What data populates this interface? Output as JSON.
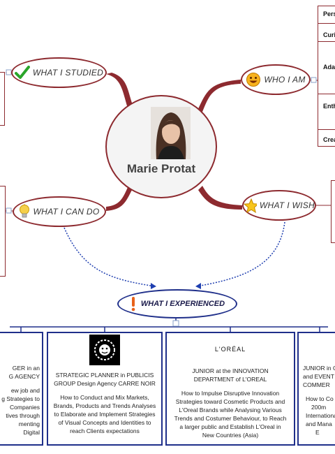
{
  "mindmap": {
    "center": {
      "name": "Marie Protat"
    },
    "branches": {
      "studied": {
        "label": "WHAT I STUDIED",
        "icon": "checkmark-icon"
      },
      "who": {
        "label": "WHO I AM",
        "icon": "smiley-icon"
      },
      "can_do": {
        "label": "WHAT I CAN DO",
        "icon": "lightbulb-icon"
      },
      "wish": {
        "label": "WHAT I WISH",
        "icon": "star-icon"
      }
    },
    "experienced": {
      "label": "WHAT I EXPERIENCED",
      "icon": "exclamation-icon"
    },
    "who_items": [
      "Pers",
      "Curi",
      "Ada",
      "Enth",
      "Crea"
    ]
  },
  "cards": [
    {
      "logo": "",
      "title_lines": [
        "GER in an",
        "G AGENCY"
      ],
      "body_lines": [
        "ew job and",
        "g Strategies to",
        "Companies",
        "tives through",
        "menting Digital"
      ]
    },
    {
      "logo": "publicis-lion-logo",
      "title_lines": [
        "STRATEGIC PLANNER in PUBLICIS",
        "GROUP Design Agency CARRE NOIR"
      ],
      "body_lines": [
        "How to Conduct and Mix Markets,",
        "Brands, Products and Trends Analyses",
        "to Elaborate and Implement Strategies",
        "of Visual Concepts and Identities to",
        "reach Clients expectations"
      ]
    },
    {
      "logo": "L'ORÉAL",
      "title_lines": [
        "JUNIOR at the INNOVATION",
        "DEPARTMENT of L'OREAL"
      ],
      "body_lines": [
        "How to Impulse Disruptive Innovation",
        "Strategies toward Cosmetic Products and",
        "L'Oreal Brands while Analysing Various",
        "Trends and Costumer Behaviour, to Reach",
        "a larger public and Establish L'Oreal in",
        "New Countries (Asia)"
      ]
    },
    {
      "logo": "",
      "title_lines": [
        "JUNIOR in C",
        "and EVENT",
        "COMMER"
      ],
      "body_lines": [
        "How to Co",
        "200m",
        "Internationa",
        "and Mana",
        "E"
      ]
    }
  ]
}
